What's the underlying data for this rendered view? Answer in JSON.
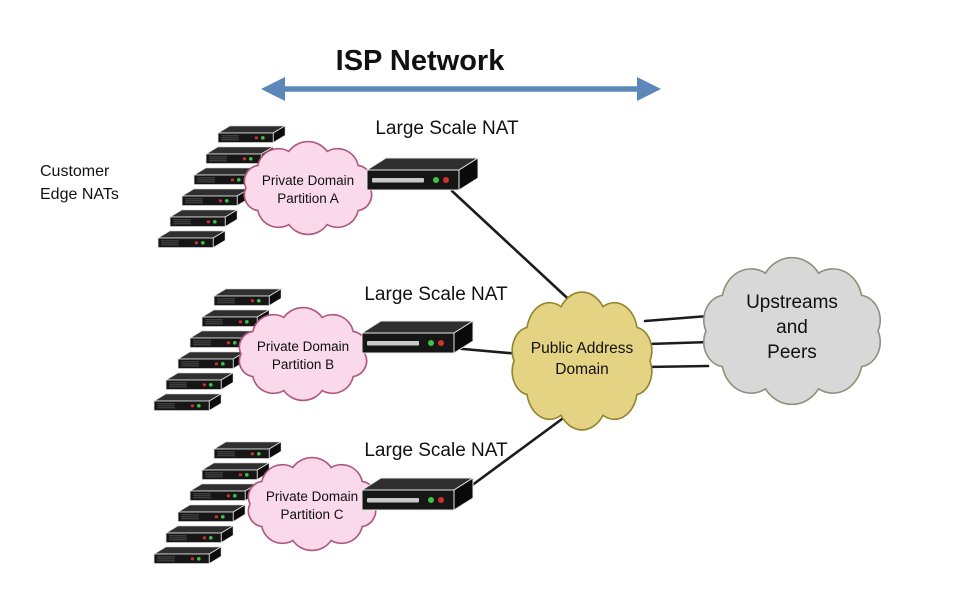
{
  "diagram": {
    "title": "ISP Network",
    "side_label": {
      "line1": "Customer",
      "line2": "Edge NATs"
    },
    "nat_labels": {
      "a": "Large Scale NAT",
      "b": "Large Scale NAT",
      "c": "Large Scale NAT"
    },
    "clouds": {
      "partition_a": {
        "line1": "Private Domain",
        "line2": "Partition A",
        "fill": "#f9d9ea",
        "stroke": "#b0567c"
      },
      "partition_b": {
        "line1": "Private Domain",
        "line2": "Partition B",
        "fill": "#f9d9ea",
        "stroke": "#b0567c"
      },
      "partition_c": {
        "line1": "Private Domain",
        "line2": "Partition C",
        "fill": "#f9d9ea",
        "stroke": "#b0567c"
      },
      "public_domain": {
        "line1": "Public Address",
        "line2": "Domain",
        "fill": "#e4d382",
        "stroke": "#91852f"
      },
      "upstreams": {
        "line1": "Upstreams",
        "line2": "and",
        "line3": "Peers",
        "fill": "#d8d8d8",
        "stroke": "#8e8e7c"
      }
    },
    "colors": {
      "arrow": "#5b87b9",
      "connector": "#1c1c1c",
      "led_green": "#43c141",
      "led_red": "#d23131",
      "device_body": "#161616",
      "device_top": "#2f2f2f",
      "device_edge": "#e8e8e8"
    }
  }
}
